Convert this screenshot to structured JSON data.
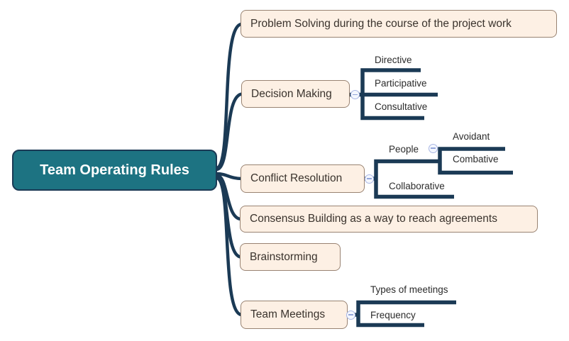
{
  "title": "Team Operating Rules mind map",
  "colors": {
    "root_fill": "#1d7382",
    "root_border": "#1b3a55",
    "root_text": "#ffffff",
    "connector_line": "#1b3a55",
    "topic_fill": "#fdf0e4",
    "topic_border": "#998372",
    "topic_text": "#3a332d",
    "collapse_icon": "#a9b6e4"
  },
  "icons": {
    "collapse": "minus-circle-icon"
  },
  "mindmap": {
    "root": {
      "label": "Team Operating Rules"
    },
    "branches": [
      {
        "label": "Problem Solving during the course of the project work"
      },
      {
        "label": "Decision Making",
        "children": [
          {
            "label": "Directive"
          },
          {
            "label": "Participative"
          },
          {
            "label": "Consultative"
          }
        ]
      },
      {
        "label": "Conflict Resolution",
        "children": [
          {
            "label": "People",
            "children": [
              {
                "label": "Avoidant"
              },
              {
                "label": "Combative"
              }
            ]
          },
          {
            "label": "Collaborative"
          }
        ]
      },
      {
        "label": "Consensus Building as a way to reach agreements"
      },
      {
        "label": "Brainstorming"
      },
      {
        "label": "Team Meetings",
        "children": [
          {
            "label": "Types of meetings"
          },
          {
            "label": "Frequency"
          }
        ]
      }
    ]
  }
}
